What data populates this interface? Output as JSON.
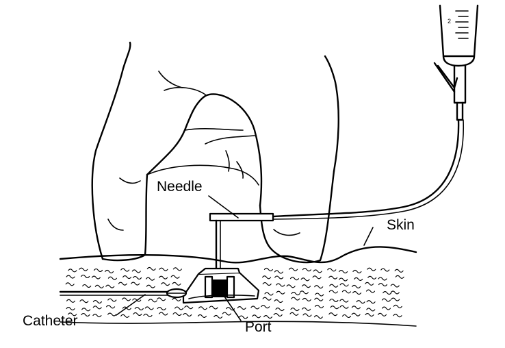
{
  "labels": {
    "needle": "Needle",
    "skin": "Skin",
    "catheter": "Catheter",
    "port": "Port"
  },
  "icons": [
    "hand-illustration",
    "syringe-icon",
    "port-device-illustration"
  ]
}
